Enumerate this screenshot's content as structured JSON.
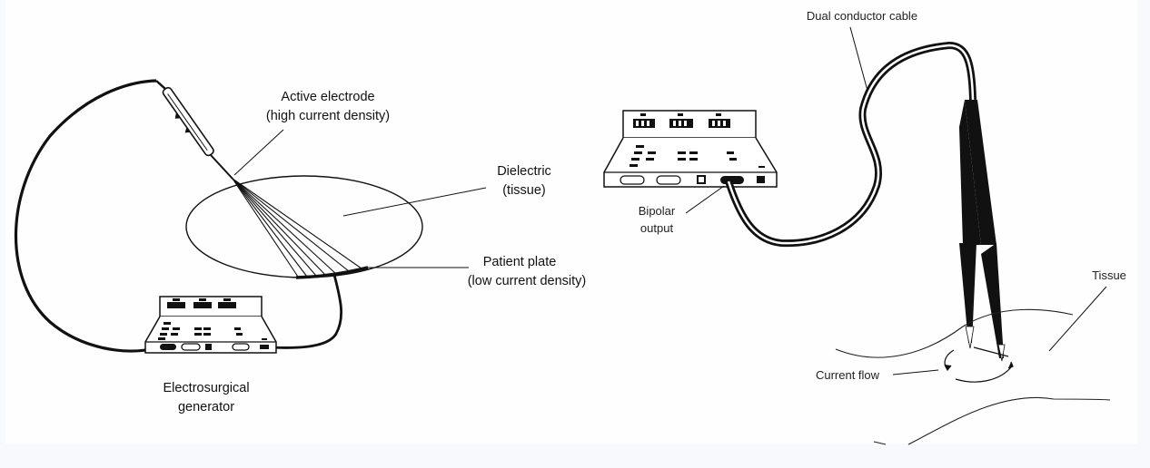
{
  "monopolar": {
    "active_electrode": {
      "line1": "Active electrode",
      "line2": "(high current density)"
    },
    "dielectric": {
      "line1": "Dielectric",
      "line2": "(tissue)"
    },
    "patient_plate": {
      "line1": "Patient plate",
      "line2": "(low current density)"
    },
    "generator": {
      "line1": "Electrosurgical",
      "line2": "generator"
    }
  },
  "bipolar": {
    "cable": {
      "label": "Dual conductor cable"
    },
    "output": {
      "line1": "Bipolar",
      "line2": "output"
    },
    "tissue": {
      "label": "Tissue"
    },
    "current_flow": {
      "label": "Current flow"
    }
  }
}
